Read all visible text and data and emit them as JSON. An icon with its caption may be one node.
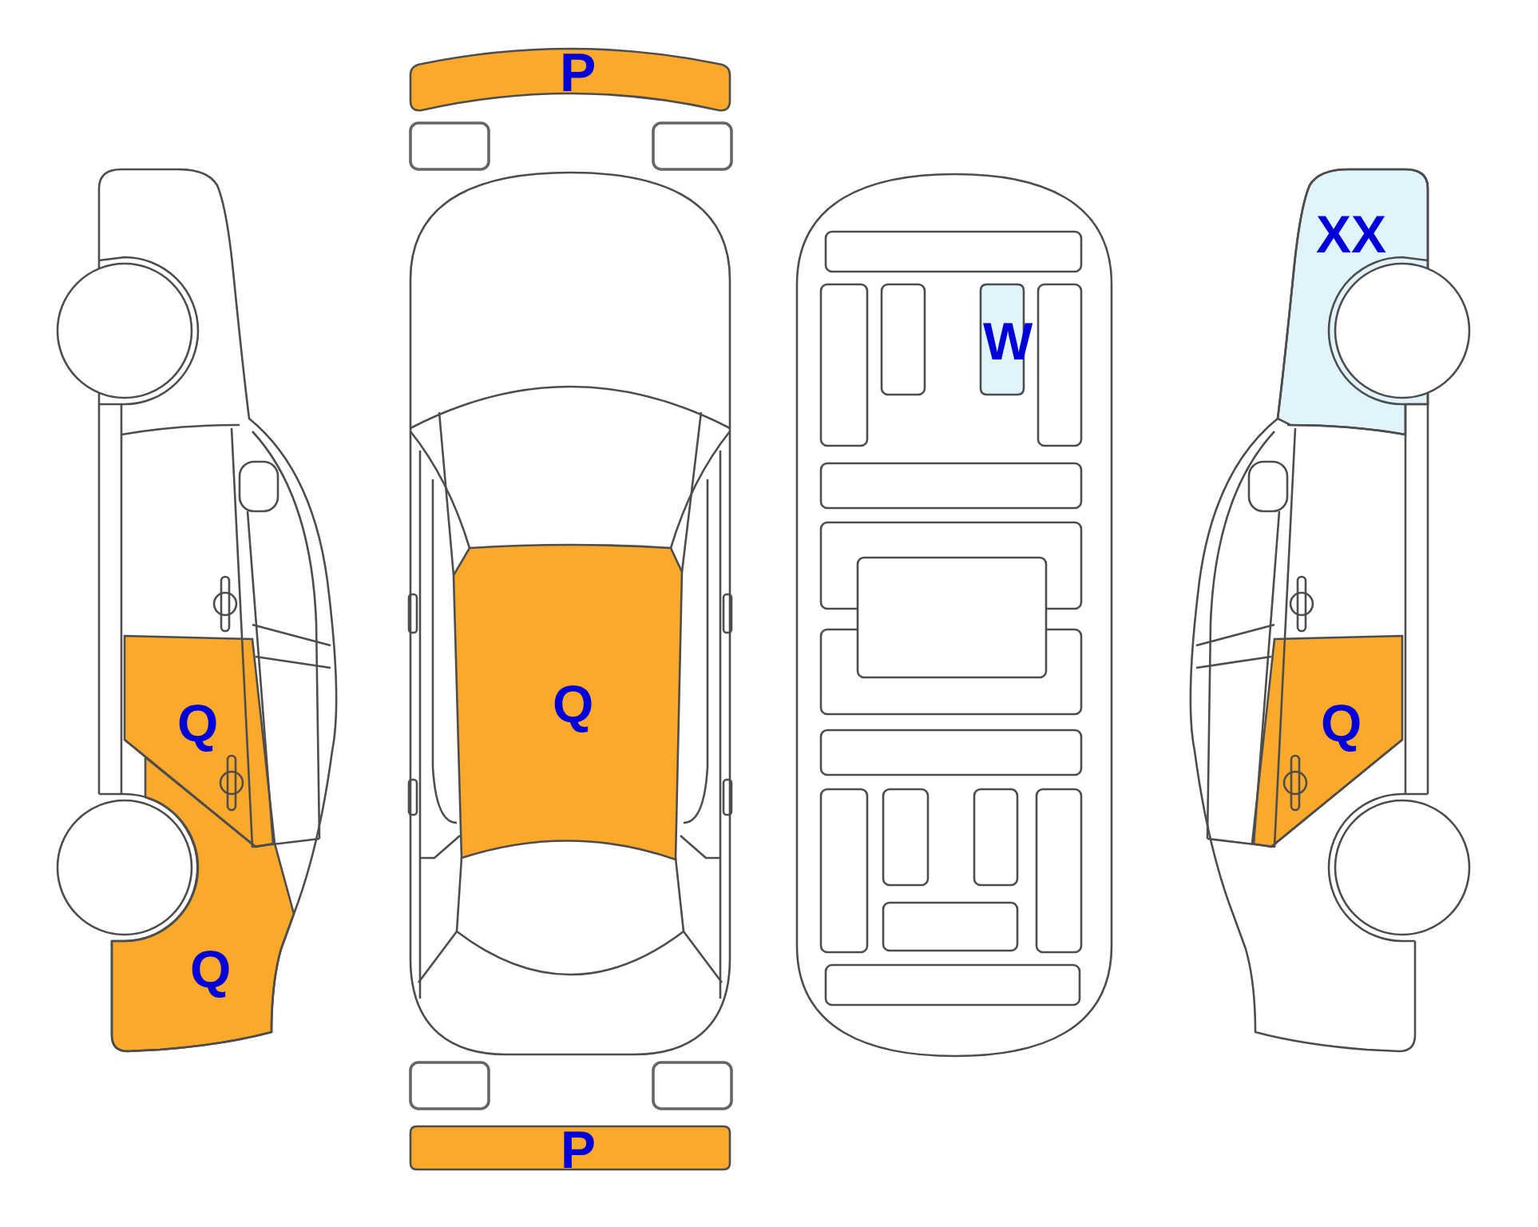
{
  "diagram": {
    "nodes": [
      {
        "text": [
          "Q"
        ]
      },
      {
        "text": [
          "Q"
        ]
      },
      {
        "text": [
          "P"
        ]
      },
      {
        "text": [
          "Q"
        ]
      },
      {
        "text": [
          "P"
        ]
      },
      {
        "text": [
          "W"
        ]
      },
      {
        "text": [
          "XX"
        ]
      },
      {
        "text": [
          "Q"
        ]
      }
    ]
  }
}
